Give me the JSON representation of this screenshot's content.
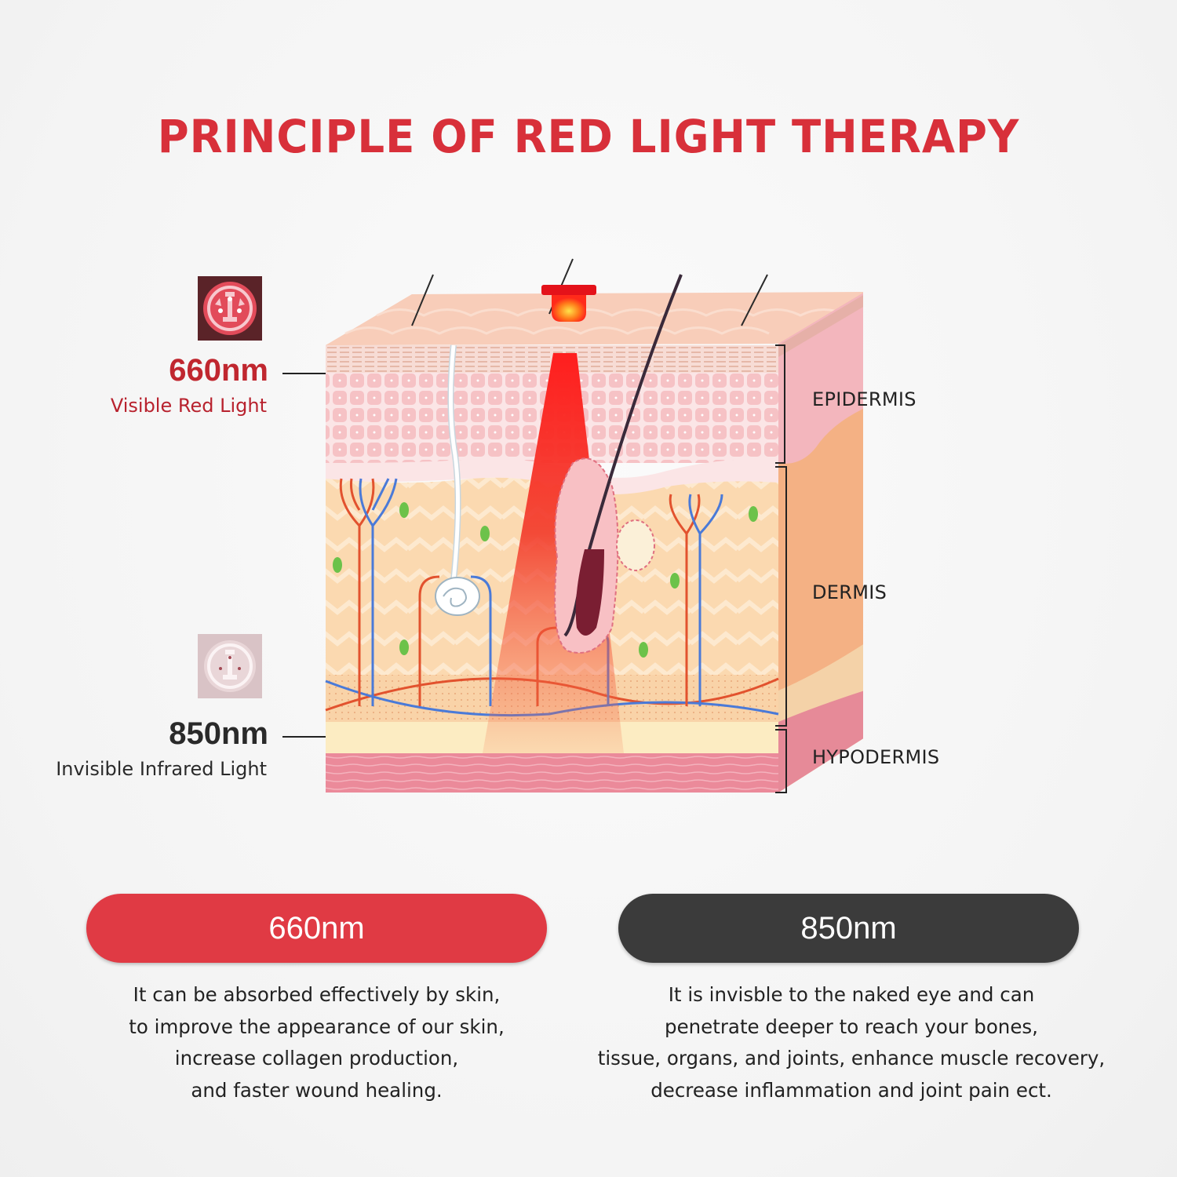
{
  "title": "PRINCIPLE OF RED LIGHT THERAPY",
  "colors": {
    "brand_red": "#d8303a",
    "pill_red": "#e03a44",
    "pill_dark": "#3b3b3b",
    "text_dark": "#222222",
    "sub_red": "#b8222e"
  },
  "wavelengths": [
    {
      "value": "660nm",
      "subtitle": "Visible Red Light",
      "icon": "red-led-chip-icon",
      "pill_label": "660nm",
      "description": [
        "It can be absorbed effectively by skin,",
        "to improve the appearance of our skin,",
        "increase collagen production,",
        "and faster wound healing."
      ]
    },
    {
      "value": "850nm",
      "subtitle": "Invisible Infrared Light",
      "icon": "infrared-led-chip-icon",
      "pill_label": "850nm",
      "description": [
        "It is invisble to the naked eye and can",
        "penetrate deeper to reach your bones,",
        "tissue, organs, and joints, enhance muscle recovery,",
        "decrease inflammation and joint pain ect."
      ]
    }
  ],
  "skin_layers": [
    {
      "label": "EPIDERMIS"
    },
    {
      "label": "DERMIS"
    },
    {
      "label": "HYPODERMIS"
    }
  ],
  "icons": {
    "light_source": "red-light-emitter-icon",
    "beam": "red-light-beam"
  }
}
